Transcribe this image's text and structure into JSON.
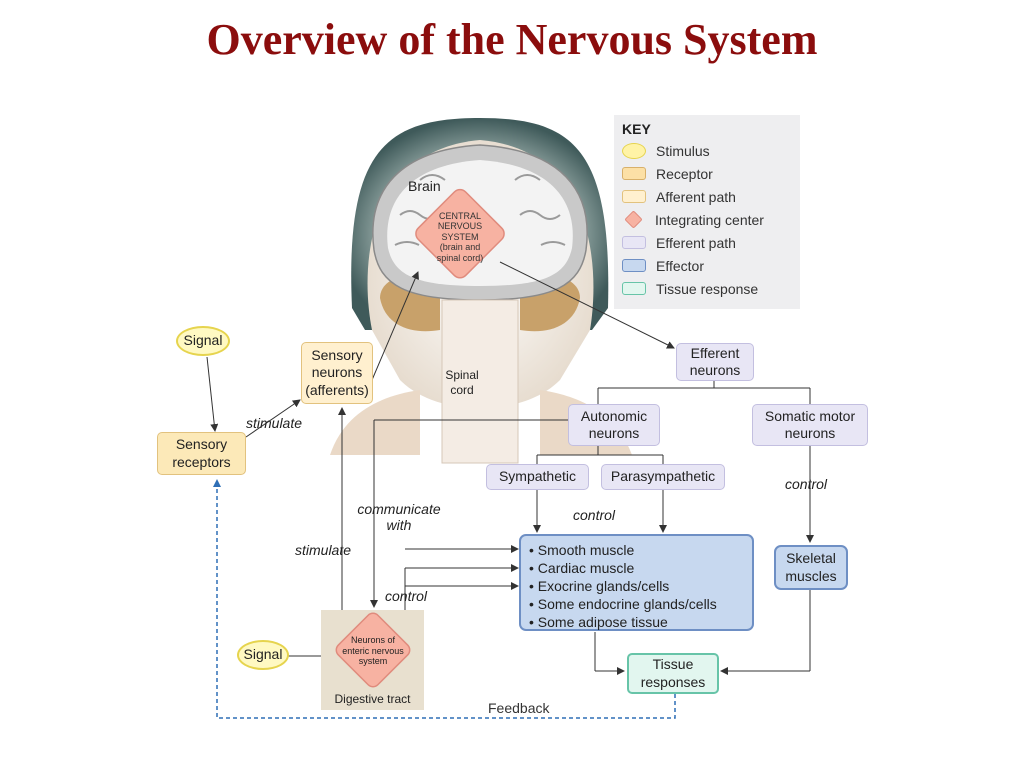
{
  "title": "Overview of the Nervous System",
  "key": {
    "heading": "KEY",
    "items": [
      {
        "label": "Stimulus",
        "color": "#fff3a6",
        "border": "#e6d44e",
        "shape": "oval"
      },
      {
        "label": "Receptor",
        "color": "#fce0a6",
        "border": "#d8b06a",
        "shape": "rect"
      },
      {
        "label": "Afferent path",
        "color": "#fff0cf",
        "border": "#e2c27e",
        "shape": "rect"
      },
      {
        "label": "Integrating center",
        "color": "#f7b2a2",
        "border": "#e08b7d",
        "shape": "diamond"
      },
      {
        "label": "Efferent path",
        "color": "#e8e6f5",
        "border": "#c3bfe0",
        "shape": "rect"
      },
      {
        "label": "Effector",
        "color": "#c7d8ef",
        "border": "#6e8fc4",
        "shape": "rect"
      },
      {
        "label": "Tissue response",
        "color": "#e2f6ef",
        "border": "#67c4a8",
        "shape": "rect"
      }
    ]
  },
  "diagram": {
    "brain_label": "Brain",
    "cns_label": "CENTRAL\nNERVOUS\nSYSTEM\n(brain and\nspinal cord)",
    "spinal_cord_label": "Spinal\ncord",
    "signal_top": "Signal",
    "sensory_receptors": "Sensory\nreceptors",
    "sensory_neurons": "Sensory\nneurons\n(afferents)",
    "stimulate_1": "stimulate",
    "stimulate_2": "stimulate",
    "communicate_with": "communicate\nwith",
    "control_enteric": "control",
    "control_autonomic": "control",
    "control_somatic": "control",
    "efferent_neurons": "Efferent\nneurons",
    "autonomic_neurons": "Autonomic\nneurons",
    "somatic_motor_neurons": "Somatic motor\nneurons",
    "sympathetic": "Sympathetic",
    "parasympathetic": "Parasympathetic",
    "effectors": [
      "Smooth muscle",
      "Cardiac muscle",
      "Exocrine glands/cells",
      "Some endocrine glands/cells",
      "Some adipose tissue"
    ],
    "skeletal_muscles": "Skeletal\nmuscles",
    "tissue_responses": "Tissue\nresponses",
    "signal_bottom": "Signal",
    "enteric_label": "Neurons of\nenteric nervous\nsystem",
    "digestive_tract": "Digestive tract",
    "feedback": "Feedback"
  }
}
